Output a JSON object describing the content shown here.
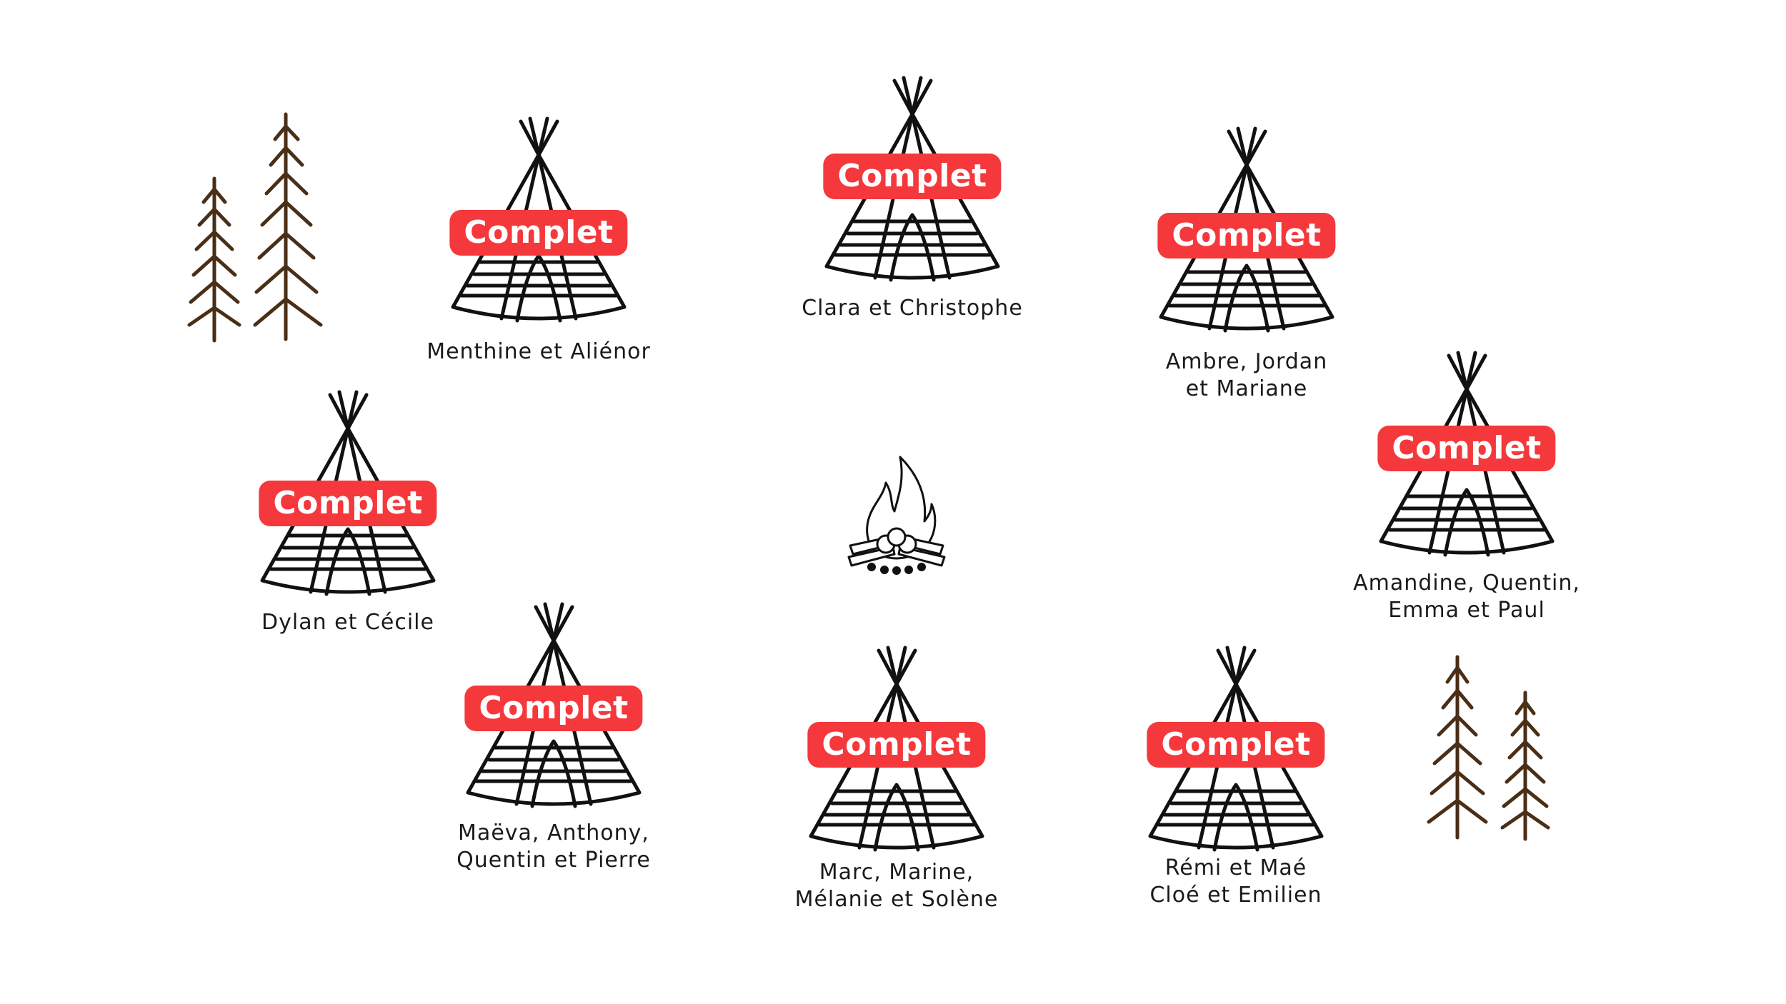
{
  "badge_text": "Complet",
  "colors": {
    "badge": "#f5383b",
    "tree": "#4a2e16",
    "ink": "#111111"
  },
  "icons": [
    "tipi-icon",
    "tree-icon",
    "campfire-icon"
  ],
  "tents": [
    {
      "id": "menthine",
      "label_lines": [
        "Menthine et Aliénor"
      ]
    },
    {
      "id": "clara",
      "label_lines": [
        "Clara et Christophe"
      ]
    },
    {
      "id": "ambre",
      "label_lines": [
        "Ambre, Jordan",
        "et Mariane"
      ]
    },
    {
      "id": "dylan",
      "label_lines": [
        "Dylan et Cécile"
      ]
    },
    {
      "id": "amandine",
      "label_lines": [
        "Amandine, Quentin,",
        "Emma et Paul"
      ]
    },
    {
      "id": "maeva",
      "label_lines": [
        "Maëva, Anthony,",
        "Quentin et Pierre"
      ]
    },
    {
      "id": "marc",
      "label_lines": [
        "Marc, Marine,",
        "Mélanie et Solène"
      ]
    },
    {
      "id": "remi",
      "label_lines": [
        "Rémi et Maé",
        "Cloé et Emilien"
      ]
    }
  ]
}
